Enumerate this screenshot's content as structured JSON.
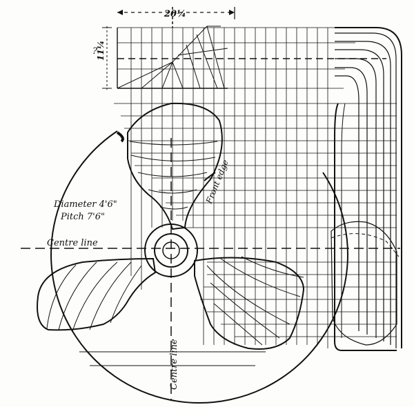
{
  "drawing": {
    "top_dimension": "20¼",
    "left_dimension_top": "?",
    "left_dimension_mid": "11¼",
    "diameter": "Diameter 4'6\"",
    "pitch": "Pitch 7'6\"",
    "horizontal_centre_line": "Centre line",
    "vertical_centre_line": "Centre line",
    "front_edge": "Front edge"
  }
}
